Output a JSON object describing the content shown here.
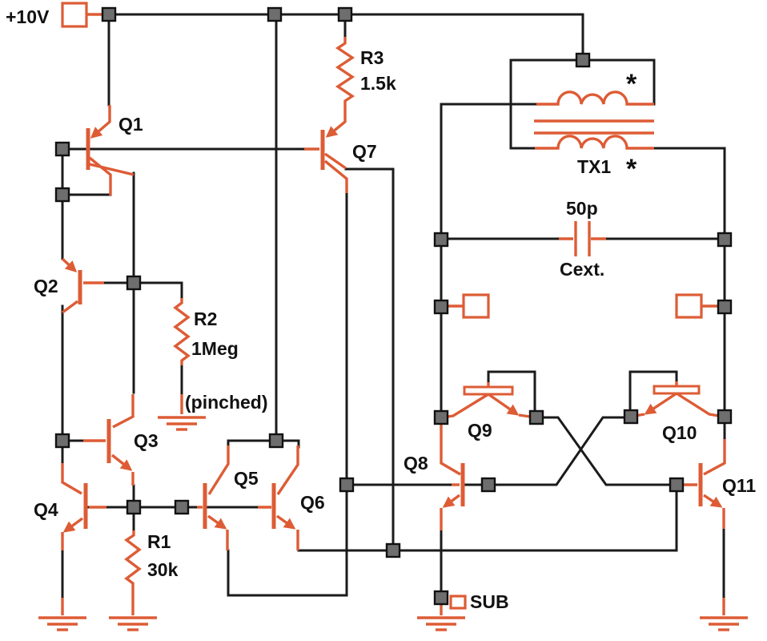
{
  "schematic": {
    "power_label": "+10V",
    "transistors": [
      {
        "ref": "Q1"
      },
      {
        "ref": "Q2"
      },
      {
        "ref": "Q3"
      },
      {
        "ref": "Q4"
      },
      {
        "ref": "Q5"
      },
      {
        "ref": "Q6"
      },
      {
        "ref": "Q7"
      },
      {
        "ref": "Q8"
      },
      {
        "ref": "Q9"
      },
      {
        "ref": "Q10"
      },
      {
        "ref": "Q11"
      }
    ],
    "resistors": [
      {
        "ref": "R1",
        "value": "30k"
      },
      {
        "ref": "R2",
        "value": "1Meg",
        "note": "(pinched)"
      },
      {
        "ref": "R3",
        "value": "1.5k"
      }
    ],
    "capacitor": {
      "ref": "Cext.",
      "value": "50p"
    },
    "transformer": {
      "ref": "TX1",
      "polarity_marks": [
        "*",
        "*"
      ]
    },
    "sub_port_label": "SUB",
    "colors": {
      "wire": "#1b1b1b",
      "device": "#dd5c35",
      "junction": "#6e6e6e",
      "background": "#ffffff"
    }
  }
}
